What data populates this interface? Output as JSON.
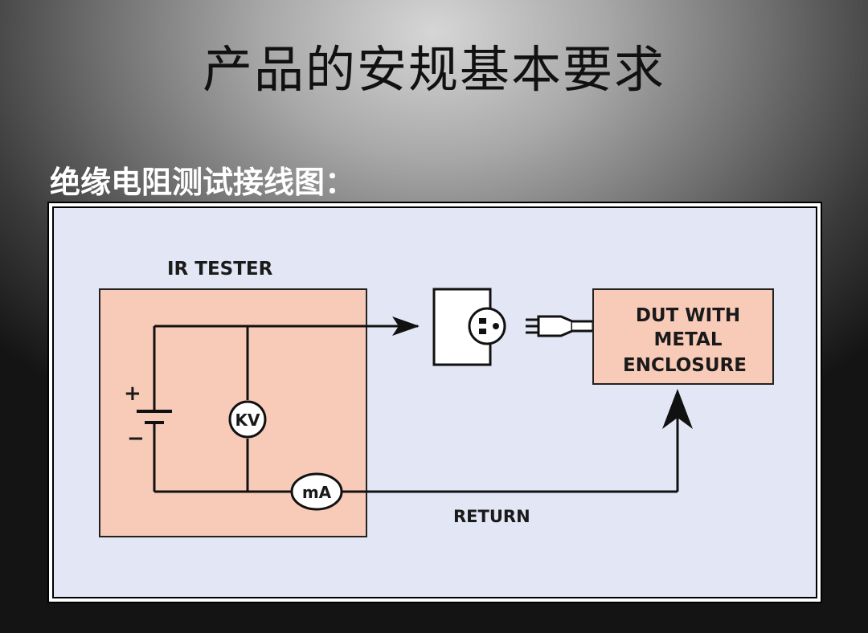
{
  "slide": {
    "title": "产品的安规基本要求",
    "subtitle": "绝缘电阻测试接线图："
  },
  "diagram": {
    "tester_label": "IR TESTER",
    "battery_plus": "+",
    "battery_minus": "−",
    "kv_meter": "KV",
    "ma_meter": "mA",
    "dut_line1": "DUT WITH",
    "dut_line2": "METAL",
    "dut_line3": "ENCLOSURE",
    "return_label": "RETURN"
  },
  "colors": {
    "panel_bg": "#e3e6f4",
    "box_fill": "#f8cbb8",
    "line": "#111111"
  }
}
